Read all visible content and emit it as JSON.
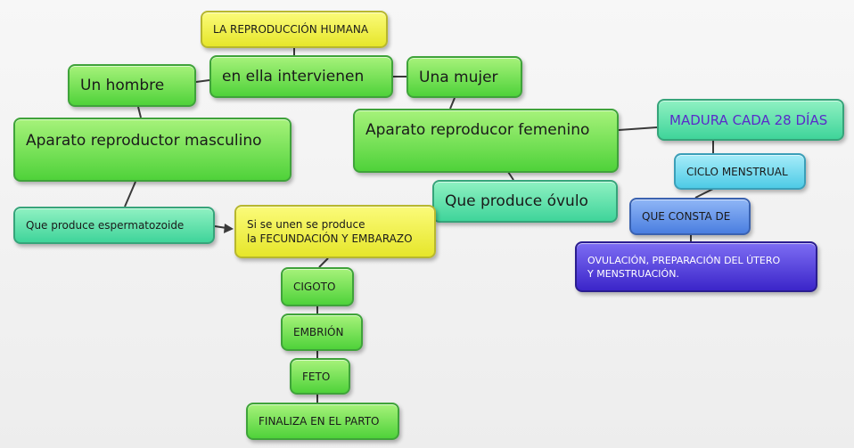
{
  "nodes": {
    "title": "LA REPRODUCCIÓN HUMANA",
    "intervienen": "en ella intervienen",
    "hombre": "Un  hombre",
    "mujer": "Una mujer",
    "masculino": "Aparato reproductor masculino",
    "femenino": "Aparato reproducor femenino",
    "espermatozoide": "Que produce espermatozoide",
    "ovulo": "Que produce óvulo",
    "fecundacion": "Si se unen se produce\nla FECUNDACIÓN Y EMBARAZO",
    "cigoto": "CIGOTO",
    "embrion": "EMBRIÓN",
    "feto": "FETO",
    "parto": "FINALIZA EN EL PARTO",
    "madura": "MADURA CADA 28 DÍAS",
    "ciclo": "CICLO MENSTRUAL",
    "consta": "QUE CONSTA DE",
    "ovulacion": "OVULACIÓN, PREPARACIÓN DEL ÚTERO\n  Y MENSTRUACIÓN."
  },
  "colors": {
    "yellow": "#e6e62a",
    "green": "#4fd23a",
    "teal": "#3fd49a",
    "cyan": "#4ecbe6",
    "blue": "#4a7ee0",
    "indigo": "#3b25c9",
    "connector": "#3a3a3a",
    "madura_text": "#5a2bc9"
  }
}
